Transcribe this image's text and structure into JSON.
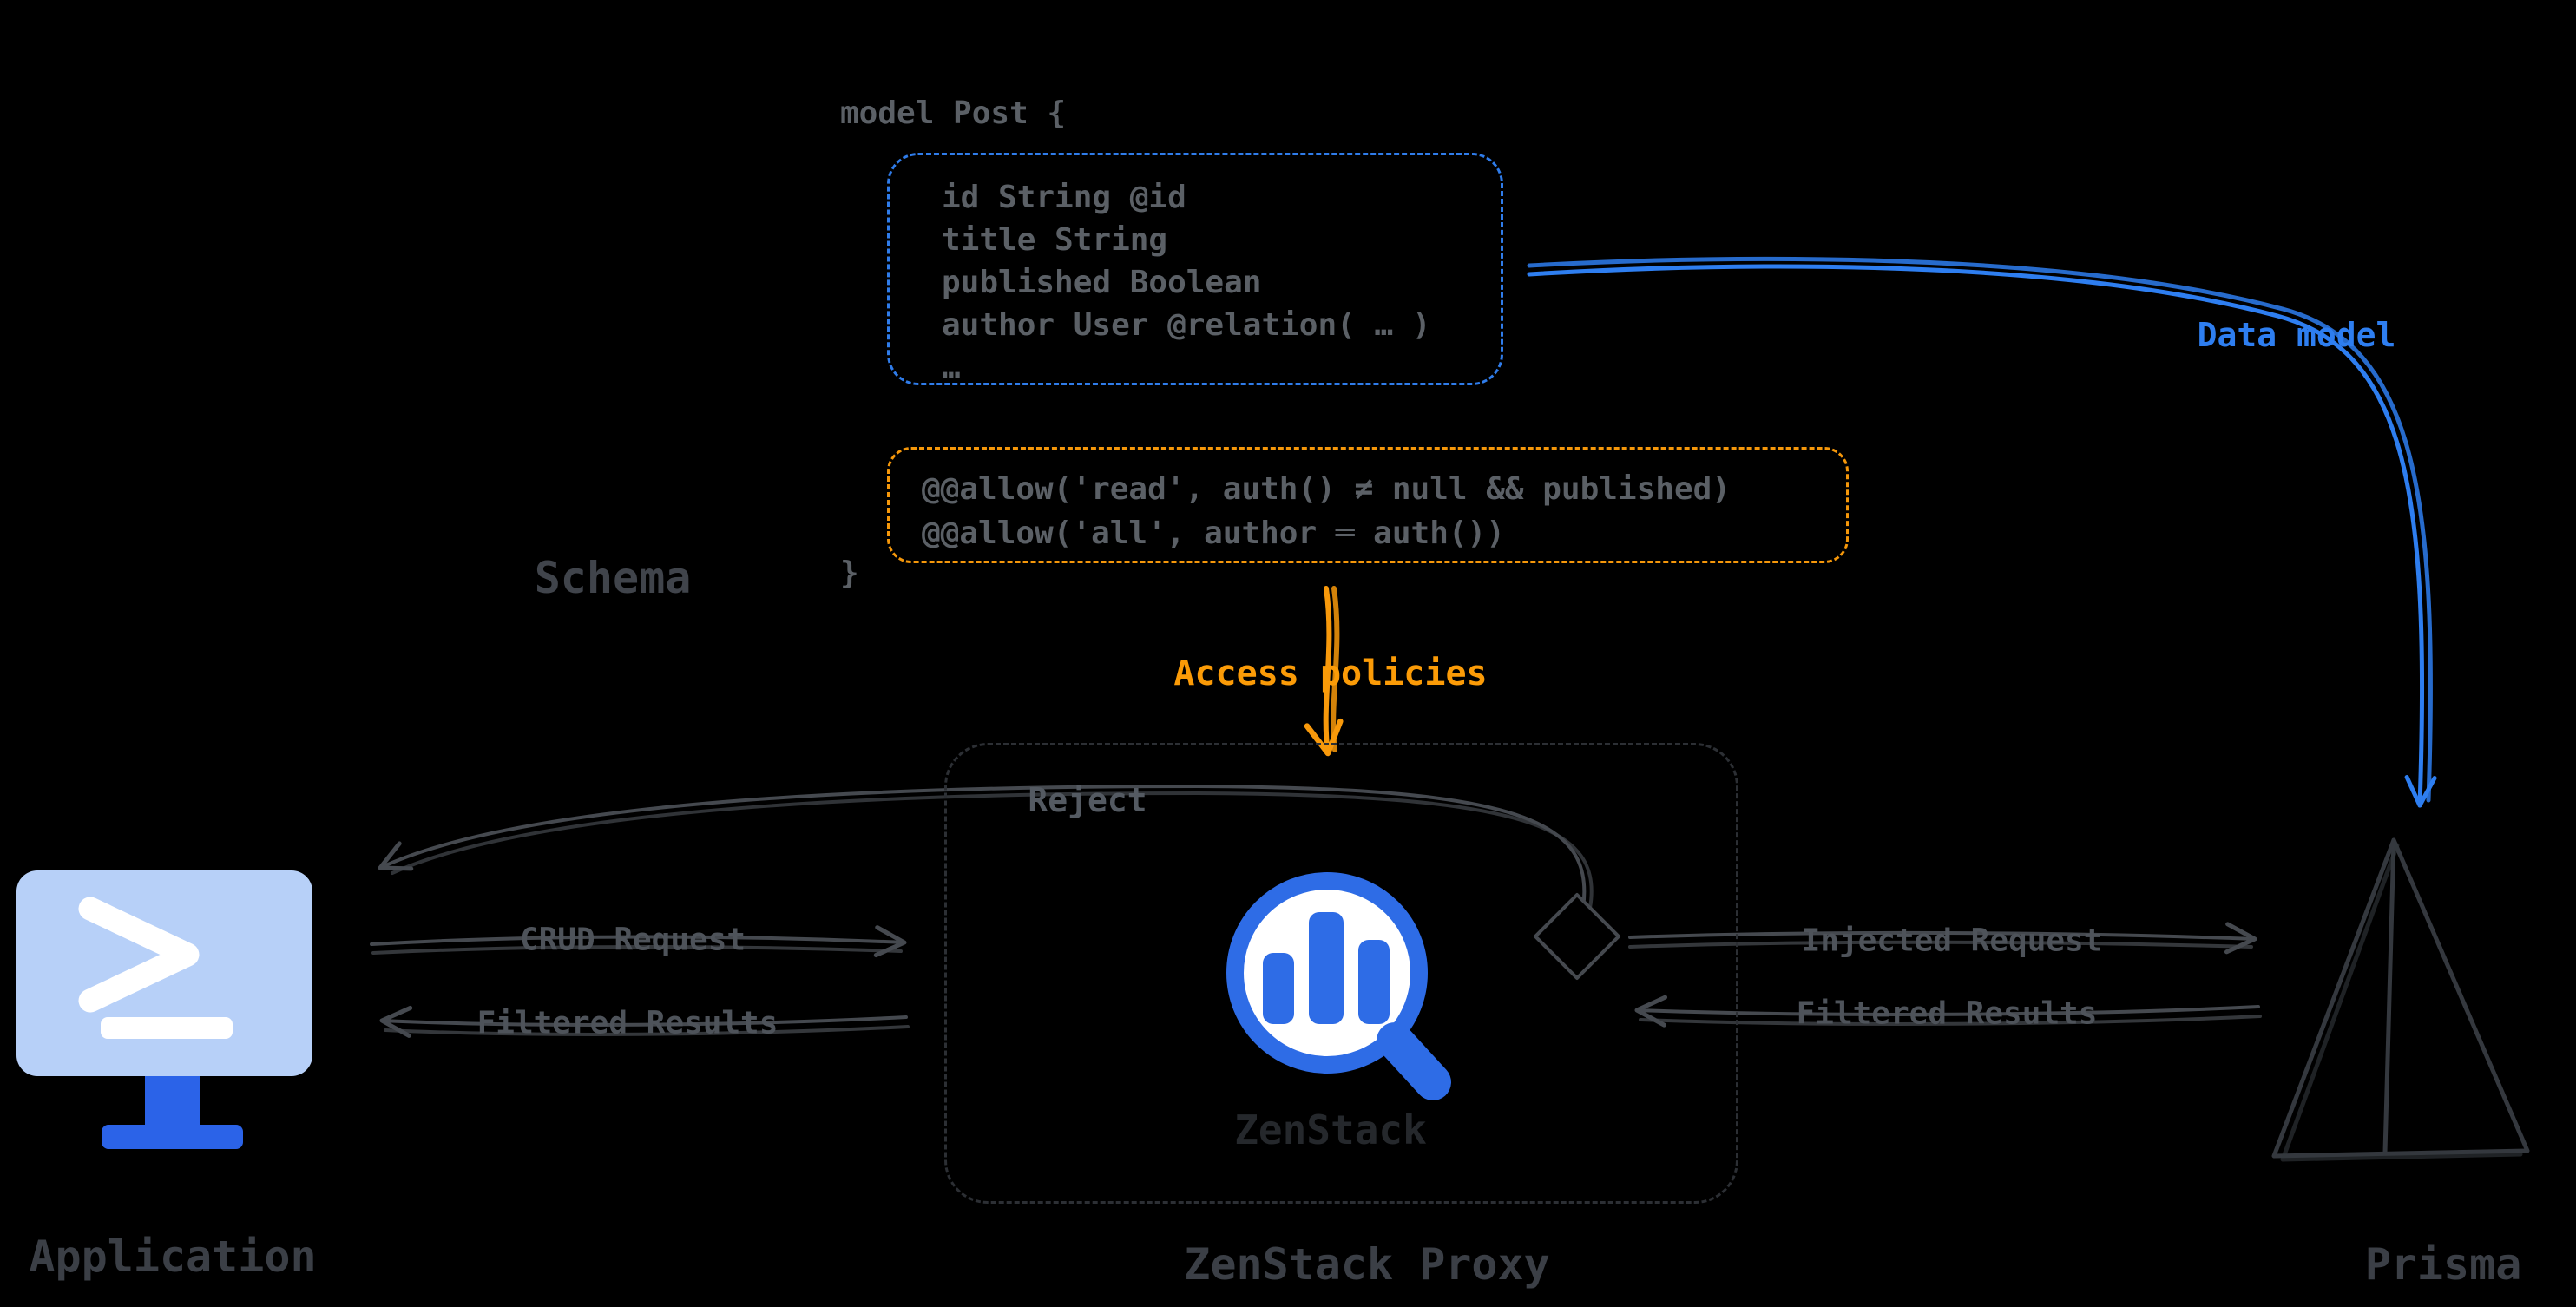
{
  "colors": {
    "background": "#000000",
    "blue_accent": "#2f7cea",
    "orange_accent": "#f5970a",
    "connector_gray": "#45494f",
    "code_gray": "#5b6066",
    "logo_blue": "#2e6ce6",
    "app_icon_light_blue": "#b7d0f8"
  },
  "schema": {
    "section_label": "Schema",
    "model_open": "model Post {",
    "model_close": "}",
    "data_model_lines": [
      "id String @id",
      "title String",
      "published Boolean",
      "author User @relation( … )",
      "…"
    ],
    "policy_lines": [
      "@@allow('read', auth() ≠ null && published)",
      "@@allow('all', author ═ auth())"
    ]
  },
  "annotations": {
    "access_policies": "Access policies",
    "data_model": "Data model"
  },
  "flows": {
    "crud_request": "CRUD Request",
    "filtered_results_left": "Filtered Results",
    "reject": "Reject",
    "injected_request": "Injected Request",
    "filtered_results_right": "Filtered Results"
  },
  "nodes": {
    "application": "Application",
    "zenstack_proxy": "ZenStack Proxy",
    "prisma": "Prisma",
    "proxy_watermark": "ZenStack"
  }
}
